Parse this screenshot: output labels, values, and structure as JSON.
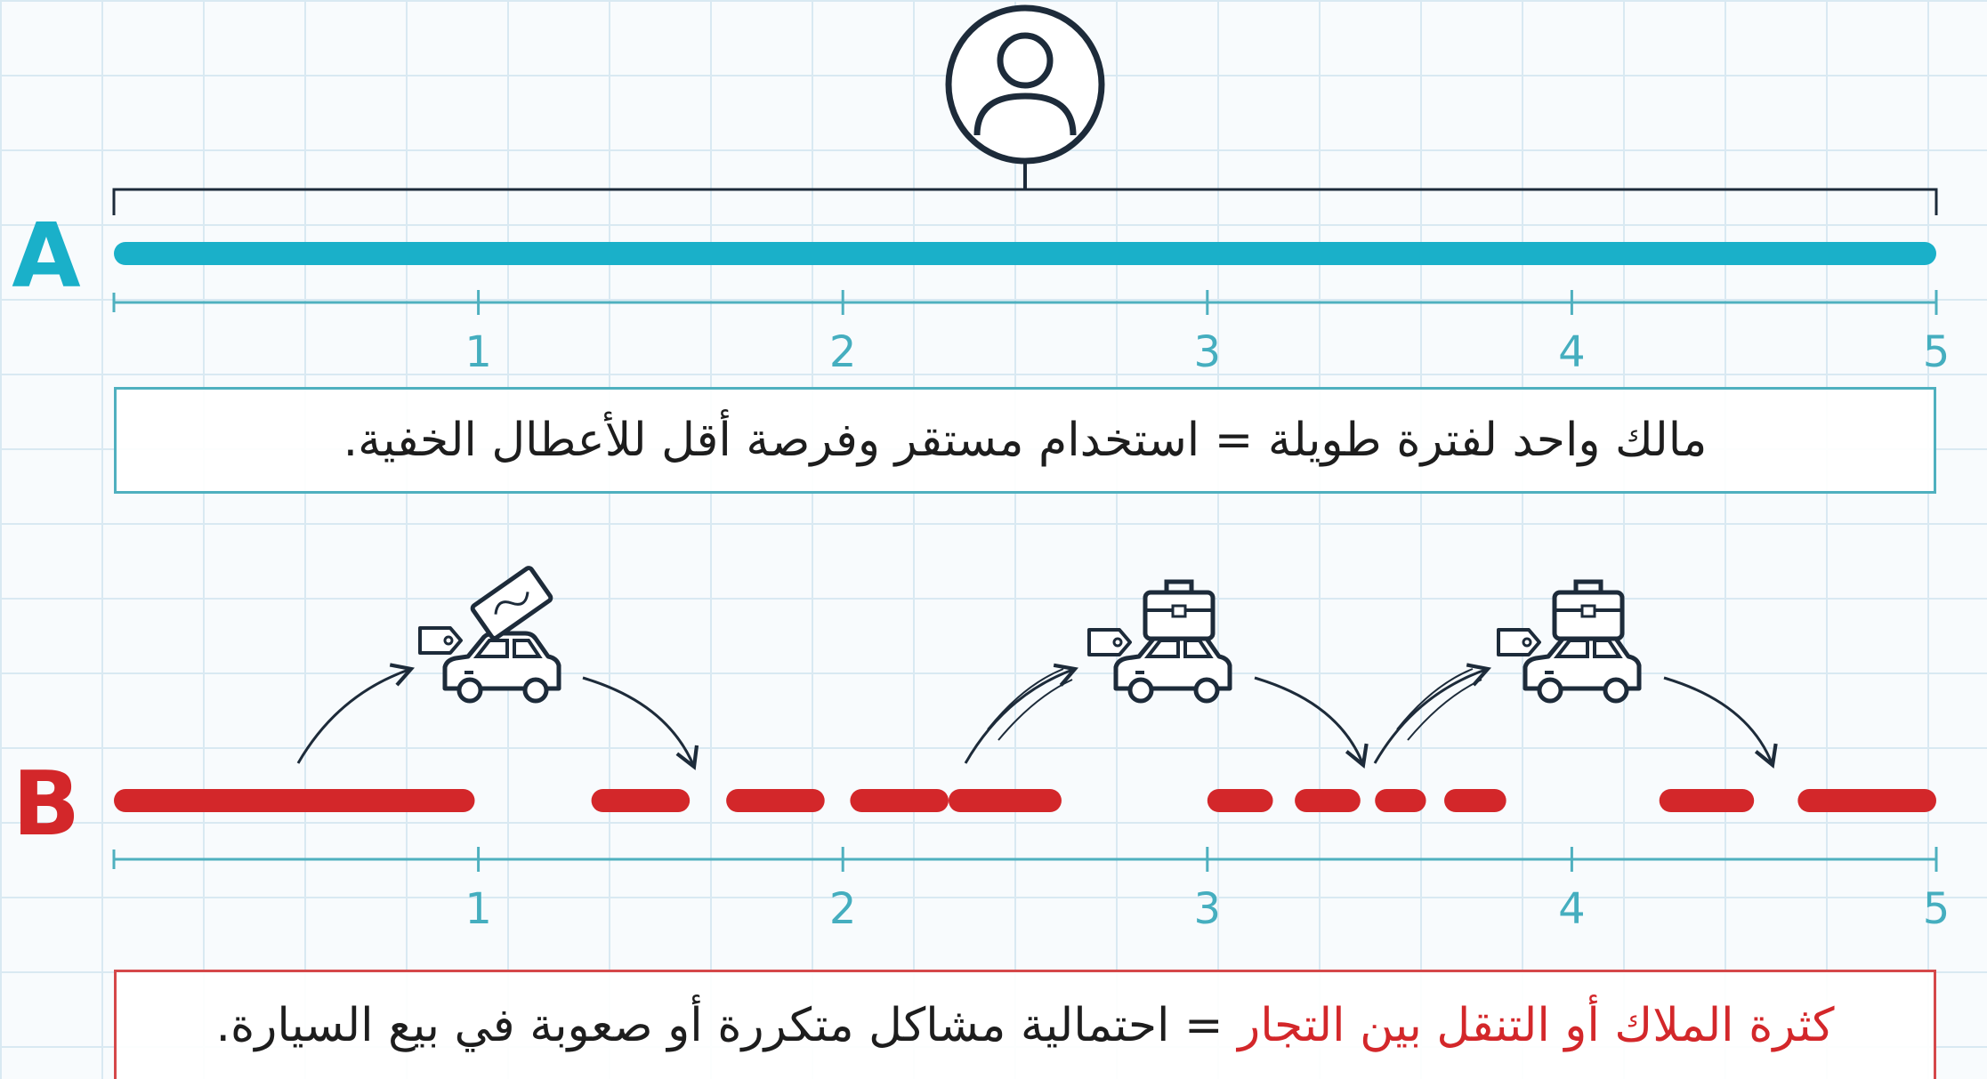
{
  "colors": {
    "line_a": "#1ab0c9",
    "line_b": "#d3272a",
    "axis": "#4fb0bf",
    "ink": "#1d2b3a"
  },
  "axis": {
    "min": 0,
    "max": 5,
    "ticks": [
      "1",
      "2",
      "3",
      "4",
      "5"
    ]
  },
  "row_a": {
    "label": "A",
    "icon": "person-circle-icon",
    "caption": "مالك واحد لفترة طويلة = استخدام مستقر وفرصة أقل للأعطال الخفية."
  },
  "row_b": {
    "label": "B",
    "caption_highlight": "كثرة الملاك أو التنقل بين التجار",
    "caption_rest": " = احتمالية مشاكل متكررة أو صعوبة في بيع السيارة.",
    "icons": [
      "car-price-tag-icon",
      "car-briefcase-icon",
      "car-briefcase-icon"
    ],
    "segments": [
      [
        0,
        0.99
      ],
      [
        1.31,
        1.58
      ],
      [
        1.68,
        1.95
      ],
      [
        2.02,
        2.29
      ],
      [
        2.29,
        2.6
      ],
      [
        3.0,
        3.18
      ],
      [
        3.24,
        3.42
      ],
      [
        3.46,
        3.6
      ],
      [
        3.65,
        3.82
      ],
      [
        4.24,
        4.5
      ],
      [
        4.62,
        5.0
      ]
    ]
  }
}
